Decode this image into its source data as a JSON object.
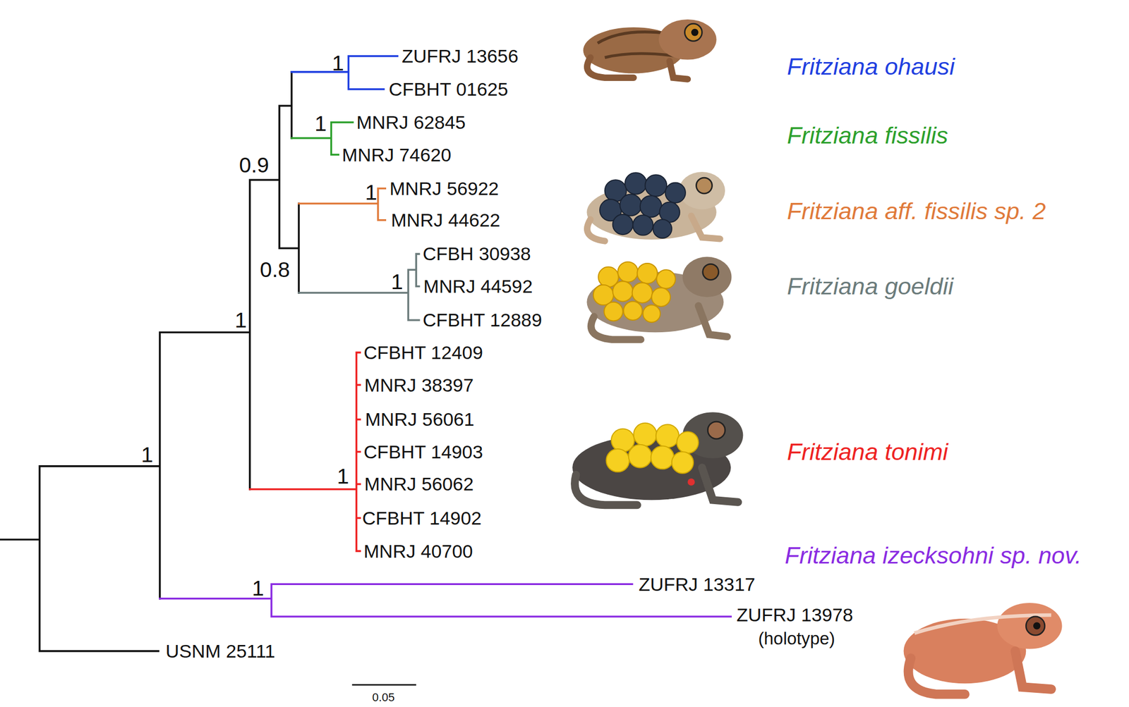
{
  "diagram": {
    "labels": [
      "1",
      "ZUFRJ 13656",
      "CFBHT 01625",
      "Fritziana ohausi",
      "1",
      "MNRJ 62845",
      "MNRJ 74620",
      "Fritziana fissilis",
      "0.9",
      "1",
      "MNRJ 56922",
      "MNRJ 44622",
      "Fritziana aff. fissilis sp. 2",
      "CFBH 30938",
      "0.8",
      "1",
      "MNRJ 44592",
      "CFBHT 12889",
      "Fritziana goeldii",
      "1",
      "CFBHT 12409",
      "MNRJ 38397",
      "MNRJ 56061",
      "CFBHT 14903",
      "MNRJ 56062",
      "CFBHT 14902",
      "MNRJ 40700",
      "Fritziana tonimi",
      "1",
      "1",
      "Fritziana izecksohni sp. nov.",
      "1",
      "ZUFRJ 13317",
      "ZUFRJ 13978",
      "(holotype)",
      "USNM 25111",
      "0.05"
    ]
  }
}
